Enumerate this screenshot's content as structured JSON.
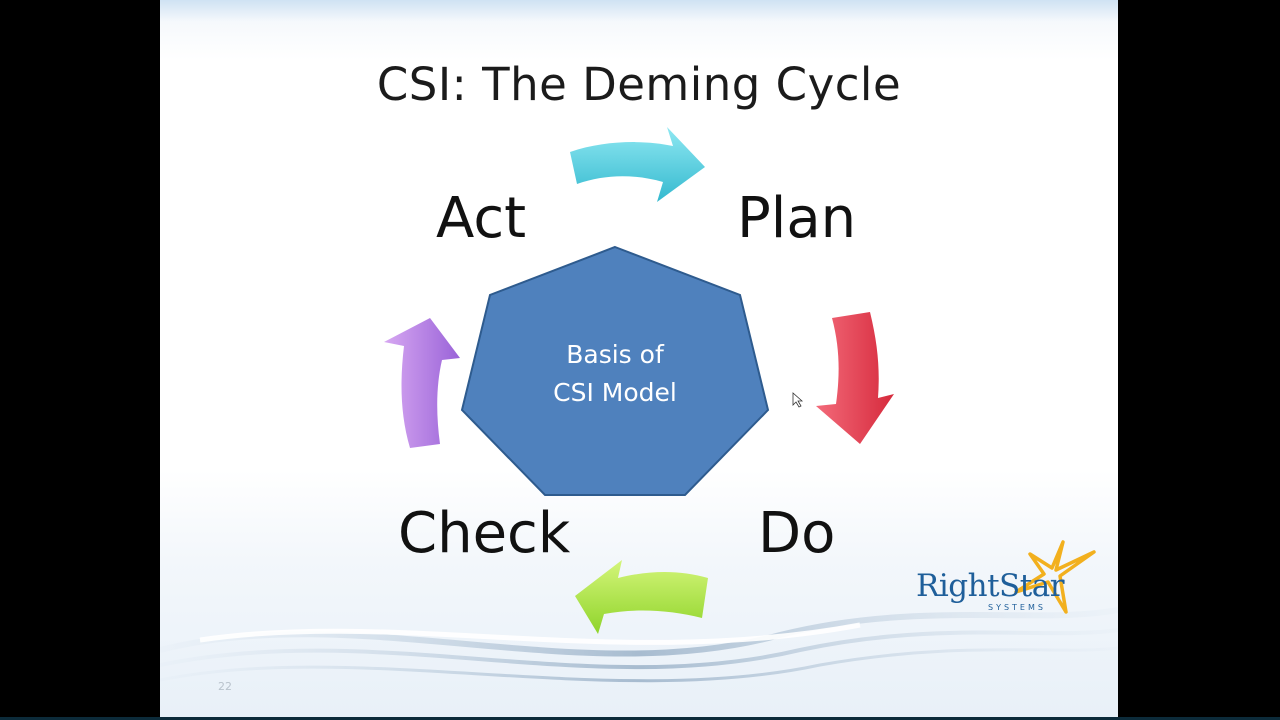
{
  "slide": {
    "title": "CSI: The Deming Cycle",
    "stages": {
      "act": "Act",
      "plan": "Plan",
      "do": "Do",
      "check": "Check"
    },
    "hub": {
      "line1": "Basis of",
      "line2": "CSI Model"
    },
    "logo": {
      "name": "RightStar",
      "tagline": "SYSTEMS"
    },
    "slide_number": "22"
  },
  "colors": {
    "hub_fill": "#4f81bd",
    "arrow_act_to_plan": "#4ecfe0",
    "arrow_plan_to_do": "#e63946",
    "arrow_do_to_check": "#a6e22e",
    "arrow_check_to_act": "#b07fe0",
    "logo_blue": "#1f5f9a",
    "logo_star": "#f2b01e"
  }
}
